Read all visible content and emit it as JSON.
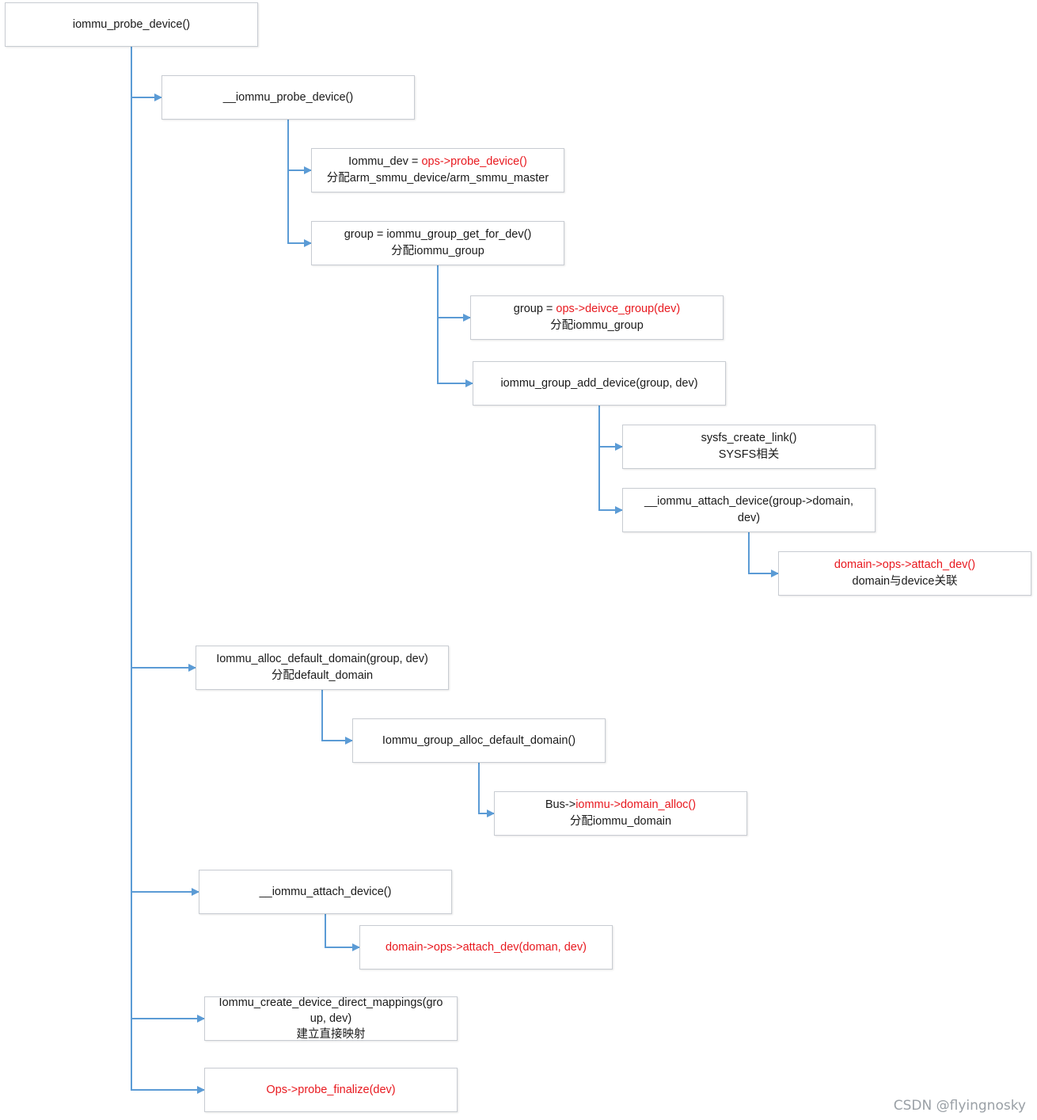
{
  "nodes": [
    {
      "id": "n1",
      "lines": [
        [
          {
            "t": "iommu_probe_device()"
          }
        ]
      ]
    },
    {
      "id": "n2",
      "lines": [
        [
          {
            "t": "__iommu_probe_device()"
          }
        ]
      ]
    },
    {
      "id": "n3",
      "lines": [
        [
          {
            "t": "Iommu_dev = "
          },
          {
            "t": "ops->probe_device()",
            "red": true
          }
        ],
        [
          {
            "t": "分配arm_smmu_device/arm_smmu_master"
          }
        ]
      ]
    },
    {
      "id": "n4",
      "lines": [
        [
          {
            "t": "group = iommu_group_get_for_dev()"
          }
        ],
        [
          {
            "t": "分配iommu_group"
          }
        ]
      ]
    },
    {
      "id": "n5",
      "lines": [
        [
          {
            "t": "group = "
          },
          {
            "t": "ops->deivce_group(dev)",
            "red": true
          }
        ],
        [
          {
            "t": "分配iommu_group"
          }
        ]
      ]
    },
    {
      "id": "n6",
      "lines": [
        [
          {
            "t": "iommu_group_add_device(group, dev)"
          }
        ]
      ]
    },
    {
      "id": "n7",
      "lines": [
        [
          {
            "t": "sysfs_create_link()"
          }
        ],
        [
          {
            "t": "SYSFS相关"
          }
        ]
      ]
    },
    {
      "id": "n8",
      "lines": [
        [
          {
            "t": "__iommu_attach_device(group->domain,"
          }
        ],
        [
          {
            "t": "dev)"
          }
        ]
      ]
    },
    {
      "id": "n9",
      "lines": [
        [
          {
            "t": "domain->ops->attach_dev()",
            "red": true
          }
        ],
        [
          {
            "t": "domain与device关联"
          }
        ]
      ]
    },
    {
      "id": "n10",
      "lines": [
        [
          {
            "t": "Iommu_alloc_default_domain(group, dev)"
          }
        ],
        [
          {
            "t": "分配default_domain"
          }
        ]
      ]
    },
    {
      "id": "n11",
      "lines": [
        [
          {
            "t": "Iommu_group_alloc_default_domain()"
          }
        ]
      ]
    },
    {
      "id": "n12",
      "lines": [
        [
          {
            "t": "Bus->"
          },
          {
            "t": "iommu->domain_alloc()",
            "red": true
          }
        ],
        [
          {
            "t": "分配iommu_domain"
          }
        ]
      ]
    },
    {
      "id": "n13",
      "lines": [
        [
          {
            "t": "__iommu_attach_device()"
          }
        ]
      ]
    },
    {
      "id": "n14",
      "lines": [
        [
          {
            "t": "domain->ops->attach_dev(doman, dev)",
            "red": true
          }
        ]
      ]
    },
    {
      "id": "n15",
      "lines": [
        [
          {
            "t": "Iommu_create_device_direct_mappings(gro"
          }
        ],
        [
          {
            "t": "up, dev)"
          }
        ],
        [
          {
            "t": "建立直接映射"
          }
        ]
      ]
    },
    {
      "id": "n16",
      "lines": [
        [
          {
            "t": "Ops->probe_finalize(dev)",
            "red": true
          }
        ]
      ]
    }
  ],
  "edges": [
    [
      "n1",
      "n2"
    ],
    [
      "n1",
      "n10"
    ],
    [
      "n1",
      "n13"
    ],
    [
      "n1",
      "n15"
    ],
    [
      "n1",
      "n16"
    ],
    [
      "n2",
      "n3"
    ],
    [
      "n2",
      "n4"
    ],
    [
      "n4",
      "n5"
    ],
    [
      "n4",
      "n6"
    ],
    [
      "n6",
      "n7"
    ],
    [
      "n6",
      "n8"
    ],
    [
      "n8",
      "n9"
    ],
    [
      "n10",
      "n11"
    ],
    [
      "n11",
      "n12"
    ],
    [
      "n13",
      "n14"
    ]
  ],
  "colors": {
    "connector": "#5b9bd5",
    "highlight_text": "#e8191f"
  },
  "watermark": "CSDN @flyingnosky"
}
